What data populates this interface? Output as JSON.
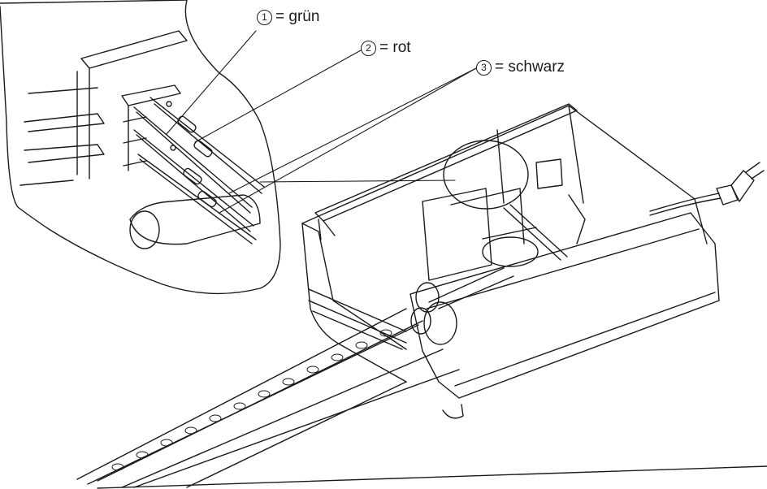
{
  "labels": [
    {
      "num": "1",
      "text": "= grün"
    },
    {
      "num": "2",
      "text": "= rot"
    },
    {
      "num": "3",
      "text": "= schwarz"
    }
  ],
  "colors": {
    "ink": "#1a1a1a",
    "paper": "#ffffff"
  }
}
